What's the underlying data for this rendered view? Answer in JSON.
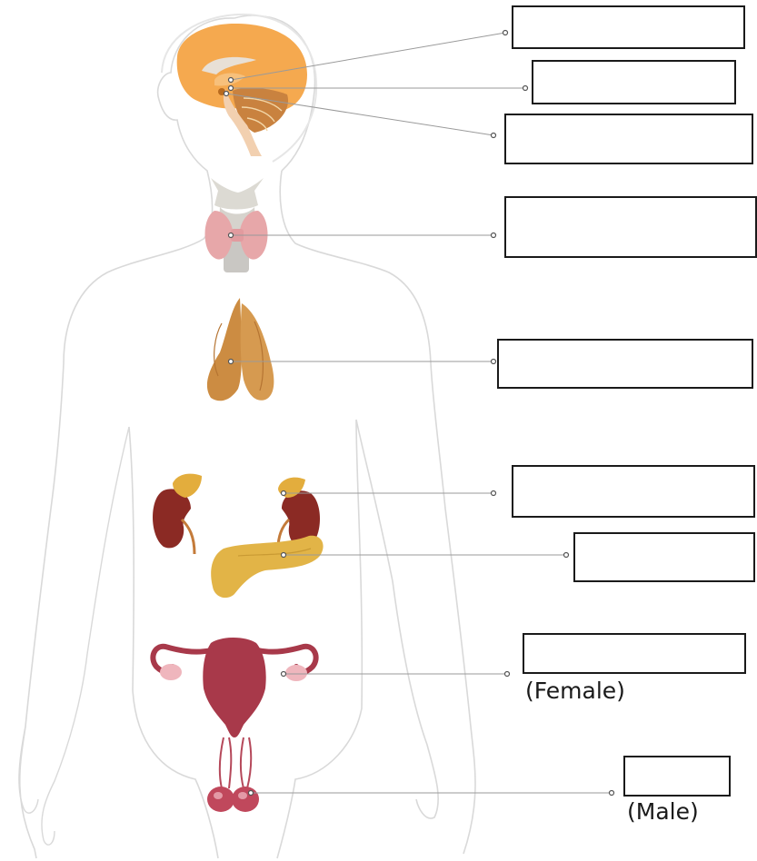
{
  "diagram": {
    "colors": {
      "body_outline": "#d9d9d9",
      "leader_line": "#9a9a9a",
      "box_border": "#1a1a1a",
      "brain": "#f5a94f",
      "thyroid": "#e7a7a9",
      "thymus": "#cc8c42",
      "kidney": "#8b2a24",
      "adrenal": "#e3ad3d",
      "pancreas": "#e2b447",
      "uterus": "#a8394a",
      "ovary": "#efb6bd",
      "testes": "#c0485c"
    },
    "glands": [
      {
        "id": "hypothalamus",
        "icon": "brain-icon",
        "answer": ""
      },
      {
        "id": "pituitary",
        "icon": "brain-icon",
        "answer": ""
      },
      {
        "id": "pineal",
        "icon": "brain-icon",
        "answer": ""
      },
      {
        "id": "thyroid",
        "icon": "thyroid-icon",
        "answer": ""
      },
      {
        "id": "thymus",
        "icon": "thymus-icon",
        "answer": ""
      },
      {
        "id": "adrenal",
        "icon": "kidney-icon",
        "answer": ""
      },
      {
        "id": "pancreas",
        "icon": "pancreas-icon",
        "answer": ""
      },
      {
        "id": "ovary",
        "icon": "uterus-icon",
        "answer": "",
        "caption": "(Female)"
      },
      {
        "id": "testis",
        "icon": "testes-icon",
        "answer": "",
        "caption": "(Male)"
      }
    ]
  }
}
